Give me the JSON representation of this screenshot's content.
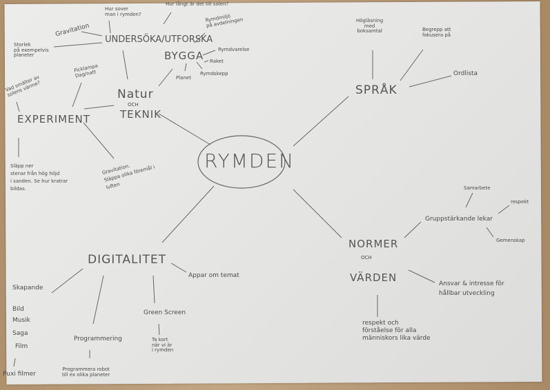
{
  "center": "RYMDEN",
  "natur_teknik": {
    "title_1": "Natur",
    "title_2": "OCH",
    "title_3": "TEKNIK",
    "undersoka": {
      "label": "UNDERSÖKA/UTFORSKA",
      "items": [
        "Gravitation",
        "Hur sover\nman i rymden?",
        "Hur långt är det till solen?",
        "Storlek\npå exempelvis\nplaneter"
      ]
    },
    "bygga": {
      "label": "BYGGA",
      "items": [
        "Rymdmiljö\npå avdelningen",
        "Rymdvarelse",
        "Raket",
        "Planet",
        "Rymdskepp"
      ]
    },
    "experiment": {
      "label": "EXPERIMENT",
      "items": [
        "Vad smälter av\nsolens värme?",
        "Ficklampa\nDag/natt",
        "Släpp ner\nstenar från hög höjd\ni sanden. Se hur kratrar\nbildas.",
        "Gravitation.\nSläppa olika föremål i\nluften"
      ]
    }
  },
  "sprak": {
    "label": "SPRÅK",
    "items": [
      "Högläsning\nmed\nboksamtal",
      "Begrepp att\nfokusera på",
      "Ordlista"
    ]
  },
  "normer": {
    "title_1": "NORMER",
    "title_2": "OCH",
    "title_3": "VÄRDEN",
    "gruppstarkande": {
      "label": "Gruppstärkande lekar",
      "items": [
        "Samarbete",
        "respekt",
        "Gemenskap"
      ]
    },
    "items": [
      "Ansvar & intresse för\nhållbar utveckling",
      "respekt och\nförståelse för alla\nmänniskors lika värde"
    ]
  },
  "digitalitet": {
    "label": "DIGITALITET",
    "appar": "Appar om temat",
    "skapande": {
      "label": "Skapande",
      "items": [
        "Bild",
        "Musik",
        "Saga",
        "Film"
      ],
      "sub": "Puxi filmer"
    },
    "programmering": {
      "label": "Programmering",
      "sub": "Programmera robot\ntill ex olika planeter"
    },
    "green_screen": {
      "label": "Green Screen",
      "sub": "Ta kort\nnär vi är\ni rymden"
    }
  },
  "colors": {
    "ink": "#4a4a4a",
    "paper": "#e8e8e6",
    "table": "#b0916e"
  }
}
